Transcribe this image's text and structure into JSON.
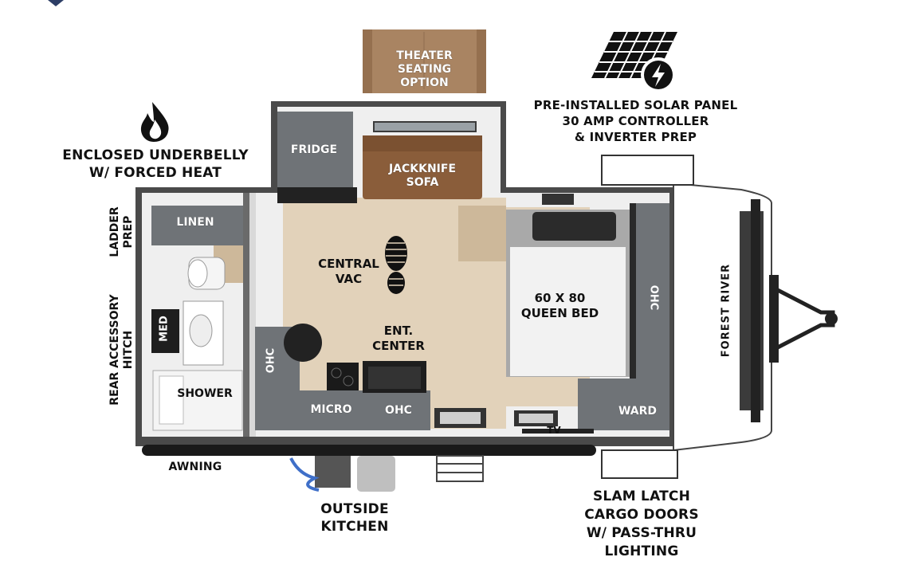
{
  "callouts": {
    "theater": [
      "THEATER",
      "SEATING",
      "OPTION"
    ],
    "solar": [
      "PRE-INSTALLED SOLAR PANEL",
      "30 AMP CONTROLLER",
      "& INVERTER PREP"
    ],
    "underbelly": [
      "ENCLOSED UNDERBELLY",
      "W/ FORCED HEAT"
    ],
    "ladder": [
      "LADDER",
      "PREP"
    ],
    "hitch": [
      "REAR ACCESSORY",
      "HITCH"
    ],
    "awning": "AWNING",
    "kitchen": [
      "OUTSIDE",
      "KITCHEN"
    ],
    "cargo": [
      "SLAM LATCH",
      "CARGO DOORS",
      "W/ PASS-THRU",
      "LIGHTING"
    ]
  },
  "rooms": {
    "fridge": "FRIDGE",
    "sofa": [
      "JACKKNIFE",
      "SOFA"
    ],
    "linen": "LINEN",
    "vac": [
      "CENTRAL",
      "VAC"
    ],
    "med": "MED",
    "bed": [
      "60 X 80",
      "QUEEN BED"
    ],
    "ohc_right": "OHC",
    "ent": [
      "ENT.",
      "CENTER"
    ],
    "ohc_left": "OHC",
    "shower": "SHOWER",
    "micro": "MICRO",
    "ohc_bottom": "OHC",
    "ward": "WARD",
    "tv": "TV"
  },
  "brand": "FOREST RIVER",
  "icons": [
    "flame-icon",
    "solar-panel-icon",
    "bolt-icon",
    "footprint-icon"
  ]
}
